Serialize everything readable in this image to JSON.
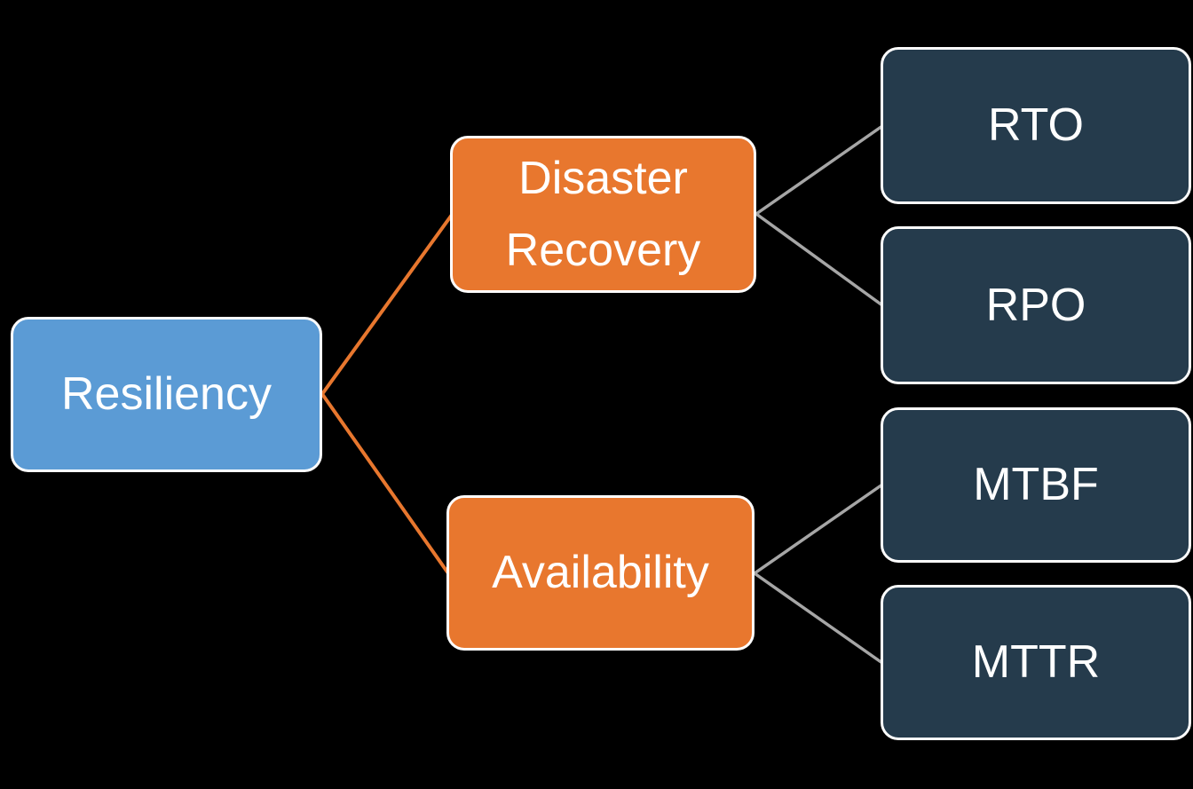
{
  "diagram": {
    "type": "hierarchy-tree",
    "orientation": "left-to-right",
    "root": {
      "label": "Resiliency"
    },
    "branches": [
      {
        "label": "Disaster Recovery",
        "children": [
          {
            "label": "RTO"
          },
          {
            "label": "RPO"
          }
        ]
      },
      {
        "label": "Availability",
        "children": [
          {
            "label": "MTBF"
          },
          {
            "label": "MTTR"
          }
        ]
      }
    ]
  },
  "colors": {
    "background": "#000000",
    "root_fill": "#5B9BD5",
    "branch_fill": "#E8772E",
    "leaf_fill": "#253B4C",
    "box_border": "#FFFFFF",
    "text": "#FFFFFF",
    "connector_level1": "#E8772E",
    "connector_level2": "#A6A6A6"
  }
}
